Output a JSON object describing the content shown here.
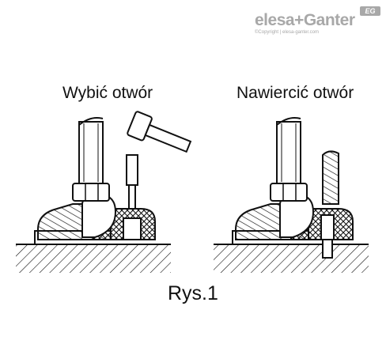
{
  "logo": {
    "brand": "elesa+Ganter",
    "tagline": "©Copyright | elesa-ganter.com",
    "badge": "EG"
  },
  "captions": {
    "left": "Wybić otwór",
    "right": "Nawiercić otwór"
  },
  "figure_label": "Rys.1"
}
